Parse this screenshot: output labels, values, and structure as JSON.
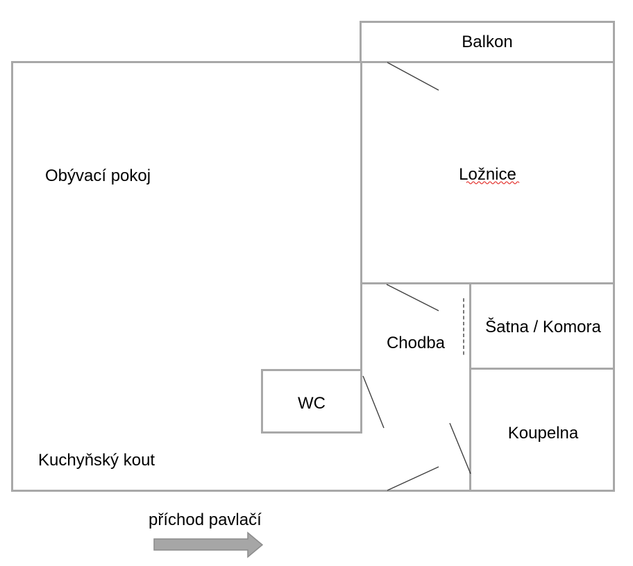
{
  "rooms": {
    "balkon": {
      "label": "Balkon"
    },
    "loznice": {
      "label": "Ložnice"
    },
    "obyvaci_pokoj": {
      "label": "Obývací pokoj"
    },
    "chodba": {
      "label": "Chodba"
    },
    "satna_komora": {
      "label": "Šatna / Komora"
    },
    "wc": {
      "label": "WC"
    },
    "koupelna": {
      "label": "Koupelna"
    },
    "kuchynsky_kout": {
      "label": "Kuchyňský kout"
    }
  },
  "entrance": {
    "label": "příchod pavlačí",
    "arrow_icon": "right-block-arrow"
  },
  "colors": {
    "background": "#ffffff",
    "wall": "#a8a8a8",
    "door_line": "#3f3f3f",
    "text": "#000000",
    "arrow_fill": "#a6a6a6",
    "arrow_outline": "#8c8c8c",
    "spellcheck_underline": "#e53935"
  }
}
